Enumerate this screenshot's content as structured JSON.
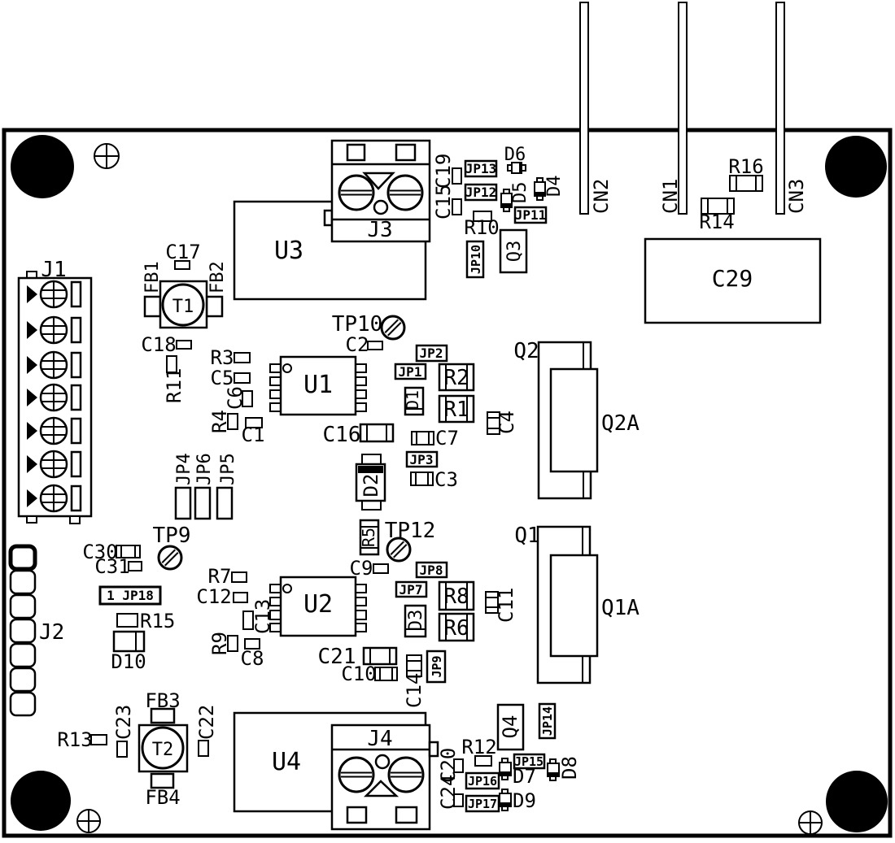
{
  "diagram": {
    "type": "pcb-assembly-drawing",
    "colors": {
      "background": "#ffffff",
      "ink": "#000000"
    }
  },
  "components": {
    "connectors": {
      "J1": "J1",
      "J2": "J2",
      "J3": "J3",
      "J4": "J4",
      "CN1": "CN1",
      "CN2": "CN2",
      "CN3": "CN3"
    },
    "ics": {
      "U1": "U1",
      "U2": "U2",
      "U3": "U3",
      "U4": "U4"
    },
    "transistors": {
      "Q1": "Q1",
      "Q1A": "Q1A",
      "Q2": "Q2",
      "Q2A": "Q2A",
      "Q3": "Q3",
      "Q4": "Q4"
    },
    "transformers": {
      "T1": "T1",
      "T2": "T2"
    },
    "testpoints": {
      "TP9": "TP9",
      "TP10": "TP10",
      "TP12": "TP12"
    },
    "ferrites": {
      "FB1": "FB1",
      "FB2": "FB2",
      "FB3": "FB3",
      "FB4": "FB4"
    },
    "jumpers": {
      "JP1": "JP1",
      "JP2": "JP2",
      "JP3": "JP3",
      "JP4": "JP4",
      "JP5": "JP5",
      "JP6": "JP6",
      "JP7": "JP7",
      "JP8": "JP8",
      "JP9": "JP9",
      "JP10": "JP10",
      "JP11": "JP11",
      "JP12": "JP12",
      "JP13": "JP13",
      "JP14": "JP14",
      "JP15": "JP15",
      "JP16": "JP16",
      "JP17": "JP17",
      "JP18": "1 JP18"
    },
    "capacitors": {
      "C1": "C1",
      "C2": "C2",
      "C3": "C3",
      "C4": "C4",
      "C5": "C5",
      "C6": "C6",
      "C7": "C7",
      "C8": "C8",
      "C9": "C9",
      "C10": "C10",
      "C11": "C11",
      "C12": "C12",
      "C13": "C13",
      "C14": "C14",
      "C15": "C15",
      "C16": "C16",
      "C17": "C17",
      "C18": "C18",
      "C19": "C19",
      "C20": "C20",
      "C21": "C21",
      "C22": "C22",
      "C23": "C23",
      "C24": "C24",
      "C29": "C29",
      "C30": "C30",
      "C31": "C31"
    },
    "resistors": {
      "R1": "R1",
      "R2": "R2",
      "R3": "R3",
      "R4": "R4",
      "R5": "R5",
      "R6": "R6",
      "R7": "R7",
      "R8": "R8",
      "R9": "R9",
      "R10": "R10",
      "R11": "R11",
      "R12": "R12",
      "R13": "R13",
      "R14": "R14",
      "R15": "R15",
      "R16": "R16"
    },
    "diodes": {
      "D1": "D1",
      "D2": "D2",
      "D3": "D3",
      "D4": "D4",
      "D5": "D5",
      "D6": "D6",
      "D7": "D7",
      "D8": "D8",
      "D9": "D9",
      "D10": "D10"
    }
  }
}
